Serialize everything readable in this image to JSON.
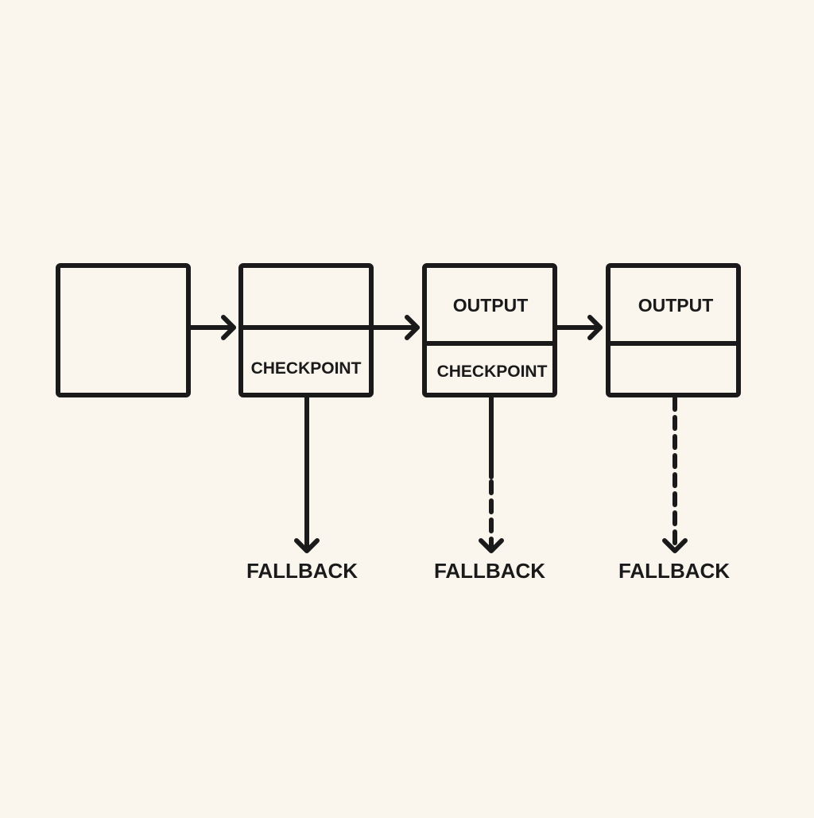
{
  "colors": {
    "background": "#faf6ee",
    "ink": "#1a1a1a"
  },
  "stages": [
    {
      "top_label": "",
      "bottom_label": "",
      "split": false,
      "fallback": false
    },
    {
      "top_label": "",
      "bottom_label": "CHECKPOINT",
      "split": true,
      "fallback": true,
      "fallback_line": "solid"
    },
    {
      "top_label": "OUTPUT",
      "bottom_label": "CHECKPOINT",
      "split": true,
      "fallback": true,
      "fallback_line": "solid-then-dashed"
    },
    {
      "top_label": "OUTPUT",
      "bottom_label": "",
      "split": true,
      "fallback": true,
      "fallback_line": "dashed"
    }
  ],
  "fallback_label": "FALLBACK"
}
